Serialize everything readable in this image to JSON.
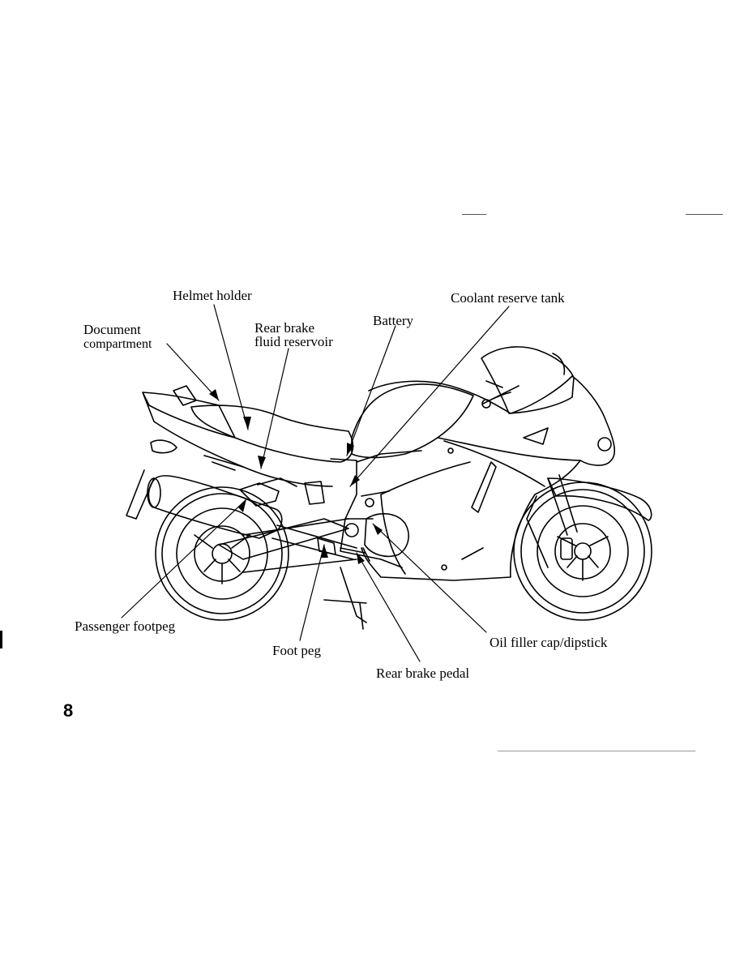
{
  "labels": {
    "helmet_holder": "Helmet holder",
    "coolant_reserve_tank": "Coolant reserve tank",
    "document": "Document",
    "compartment": "compartment",
    "rear_brake": "Rear brake",
    "fluid_reservoir": "fluid reservoir",
    "battery": "Battery",
    "passenger_footpeg": "Passenger footpeg",
    "foot_peg": "Foot peg",
    "oil_filler": "Oil filler cap/dipstick",
    "rear_brake_pedal": "Rear brake pedal"
  },
  "page_number": "8"
}
